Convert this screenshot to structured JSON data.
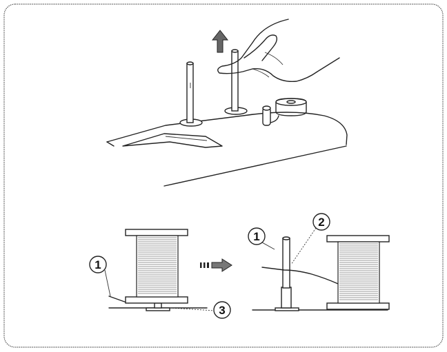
{
  "callouts": {
    "one": "1",
    "two": "2",
    "three": "3"
  },
  "icons": [
    "pull-up-arrow-icon",
    "next-step-arrow-icon"
  ]
}
